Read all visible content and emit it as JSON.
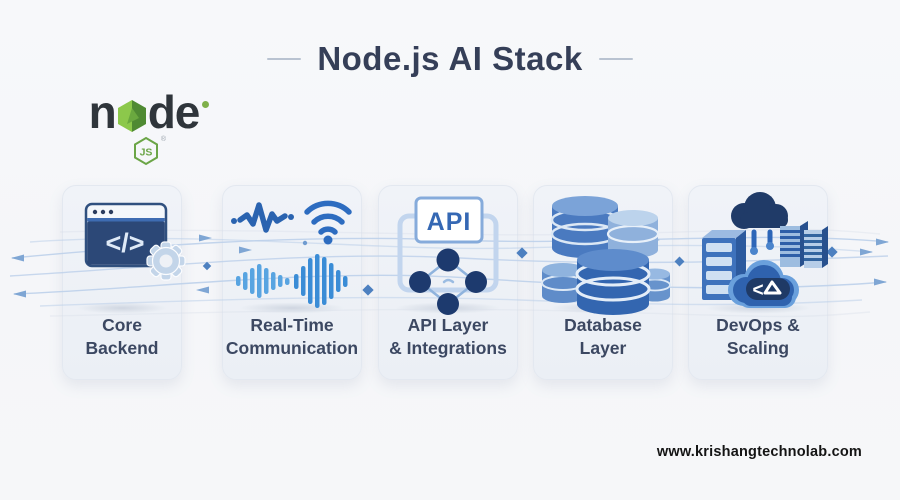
{
  "header": {
    "title": "Node.js AI Stack"
  },
  "logo": {
    "prefix": "n",
    "suffix": "de",
    "badge": "JS",
    "reg": "®"
  },
  "cards": [
    {
      "id": "core-backend",
      "label_line1": "Core",
      "label_line2": "Backend"
    },
    {
      "id": "realtime-communication",
      "label_line1": "Real-Time",
      "label_line2": "Communication"
    },
    {
      "id": "api-layer",
      "label_line1": "API Layer",
      "label_line2": "& Integrations"
    },
    {
      "id": "database-layer",
      "label_line1": "Database",
      "label_line2": "Layer"
    },
    {
      "id": "devops-scaling",
      "label_line1": "DevOps &",
      "label_line2": "Scaling"
    }
  ],
  "icons": {
    "api_box_label": "API",
    "code_glyph": "</>",
    "cloud_code_glyph": "<"
  },
  "footer": {
    "website": "www.krishangtechnolab.com"
  },
  "colors": {
    "background": "#f7f8fa",
    "title_text": "#353f58",
    "card_background": "#eff2f7",
    "card_label": "#3c4862",
    "node_green_light": "#8cc84b",
    "node_green_dark": "#4f8a33",
    "icon_navy": "#1f3a66",
    "icon_blue": "#2d66b8",
    "icon_light_blue": "#57a3e0",
    "flow_line": "#b7cce6",
    "footer_text": "#141414"
  }
}
